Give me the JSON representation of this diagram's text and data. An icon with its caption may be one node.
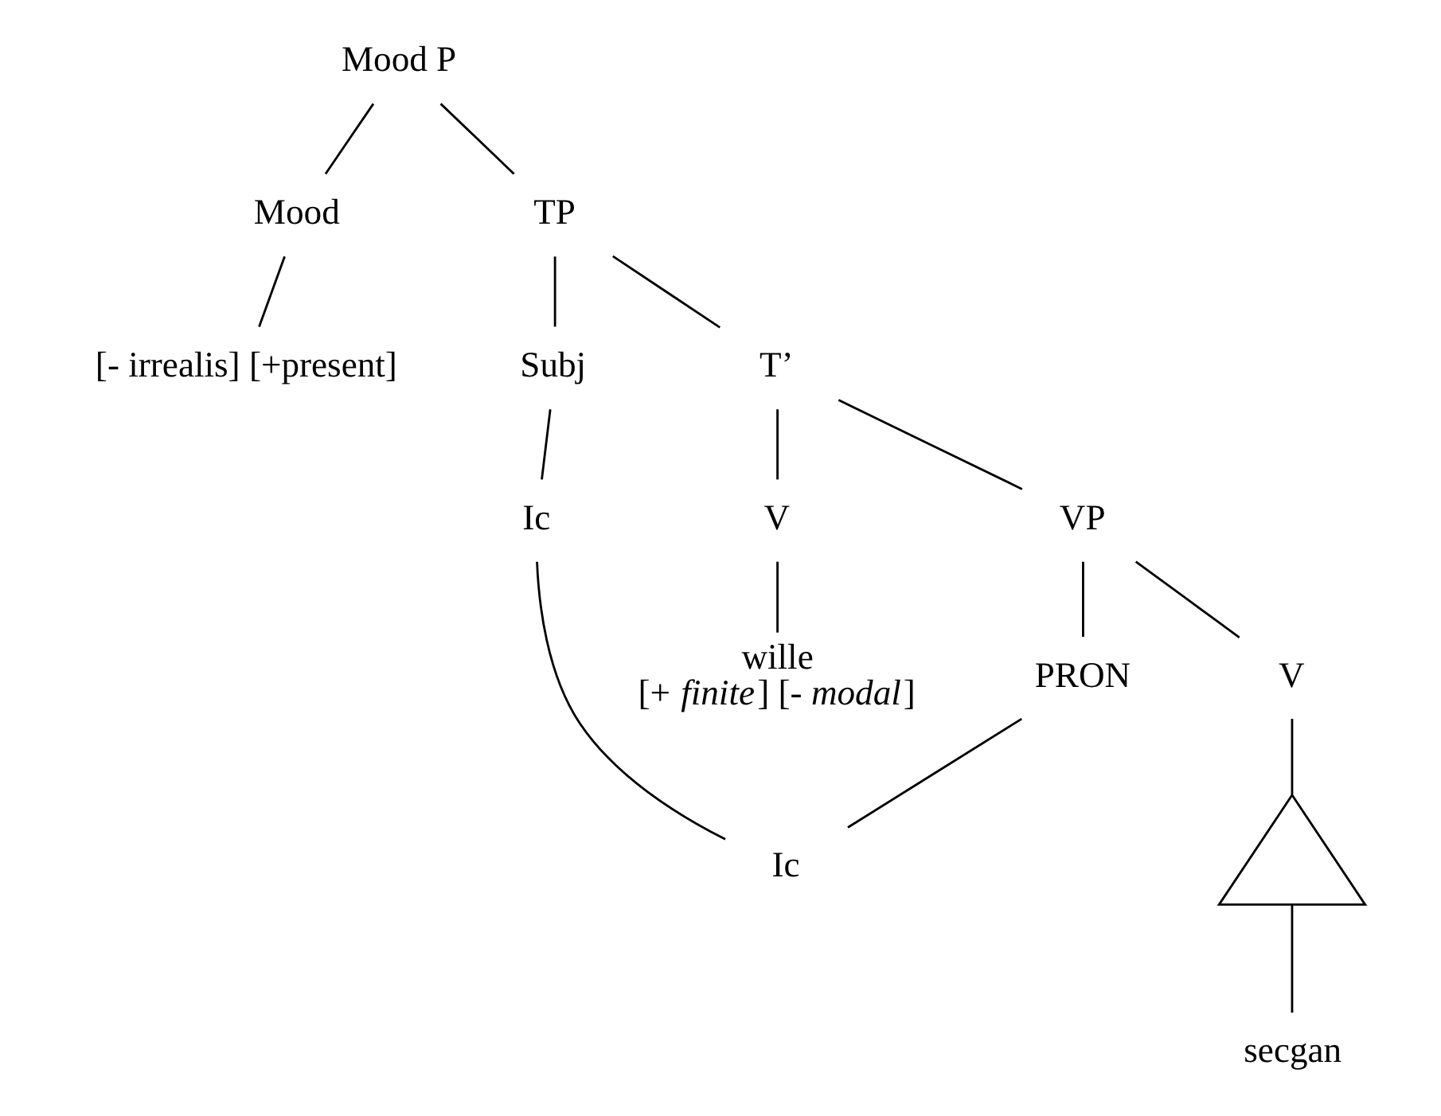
{
  "diagram": {
    "nodes": [
      {
        "text": [
          "Mood P"
        ]
      },
      {
        "text": [
          "Mood"
        ]
      },
      {
        "text": [
          "TP"
        ]
      },
      {
        "text": [
          "[- irrealis] [+present]"
        ]
      },
      {
        "text": [
          "Subj"
        ]
      },
      {
        "text": [
          "T’"
        ]
      },
      {
        "text": [
          "Ic"
        ]
      },
      {
        "text": [
          "V"
        ]
      },
      {
        "text": [
          "VP"
        ]
      },
      {
        "text": [
          "wille"
        ],
        "beside": [
          "[+ *finite*] [- *modal*]"
        ]
      },
      {
        "text": [
          "PRON"
        ]
      },
      {
        "text": [
          "V"
        ]
      },
      {
        "text": [
          "Ic"
        ]
      },
      {
        "text": [],
        "shape": "triangle"
      },
      {
        "text": [
          "secgan"
        ]
      }
    ],
    "edges": [
      {
        "from": 0,
        "to": 1,
        "arrow": "none"
      },
      {
        "from": 0,
        "to": 2,
        "arrow": "none"
      },
      {
        "from": 1,
        "to": 3,
        "arrow": "none"
      },
      {
        "from": 2,
        "to": 4,
        "arrow": "none"
      },
      {
        "from": 2,
        "to": 5,
        "arrow": "none"
      },
      {
        "from": 4,
        "to": 6,
        "arrow": "none"
      },
      {
        "from": 5,
        "to": 7,
        "arrow": "none"
      },
      {
        "from": 5,
        "to": 8,
        "arrow": "none"
      },
      {
        "from": 7,
        "to": 9,
        "arrow": "none"
      },
      {
        "from": 8,
        "to": 10,
        "arrow": "none"
      },
      {
        "from": 8,
        "to": 11,
        "arrow": "none"
      },
      {
        "from": 10,
        "to": 12,
        "arrow": "none"
      },
      {
        "from": 6,
        "to": 12,
        "arrow": "none"
      },
      {
        "from": 11,
        "to": 13,
        "arrow": "none"
      },
      {
        "from": 13,
        "to": 14,
        "arrow": "none"
      }
    ]
  }
}
